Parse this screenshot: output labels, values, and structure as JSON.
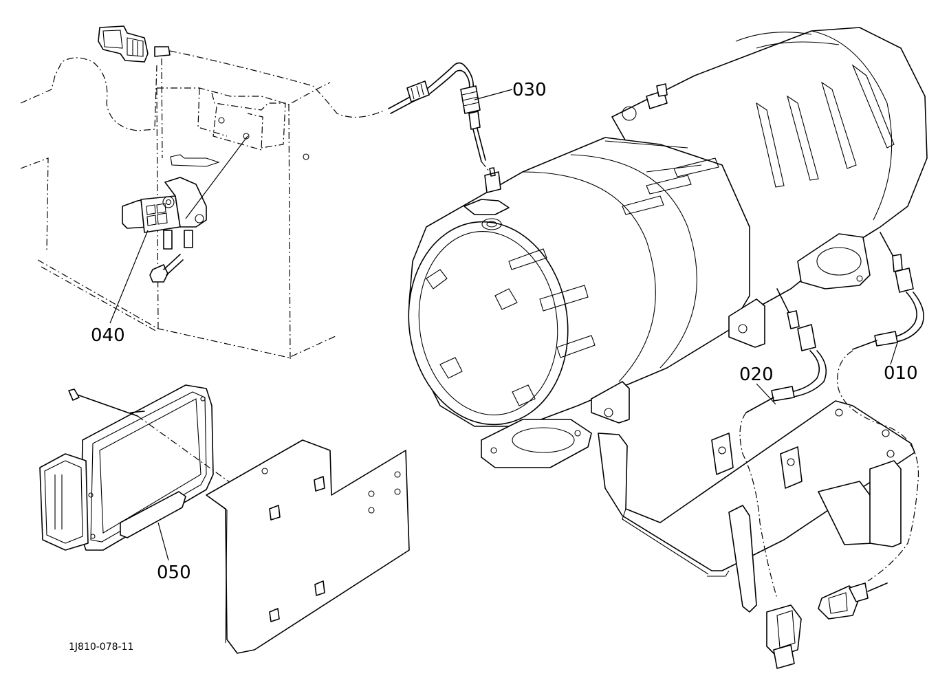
{
  "figure": {
    "drawing_code": "1J810-078-11",
    "callouts": [
      {
        "id": "010",
        "label": "010"
      },
      {
        "id": "020",
        "label": "020"
      },
      {
        "id": "030",
        "label": "030"
      },
      {
        "id": "040",
        "label": "040"
      },
      {
        "id": "050",
        "label": "050"
      }
    ]
  }
}
